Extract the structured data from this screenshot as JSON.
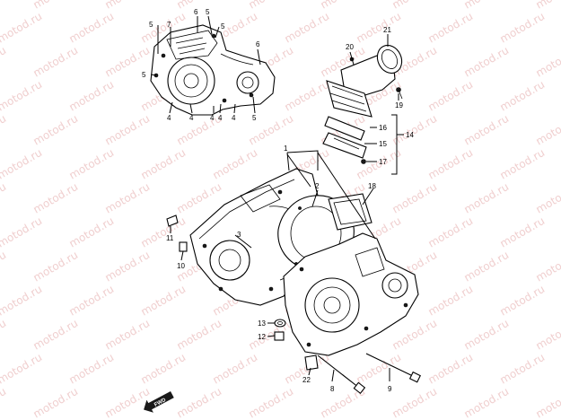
{
  "watermark": {
    "text": "motod.ru",
    "color": "#f0cfcf"
  },
  "callouts": {
    "c1": "1",
    "c2": "2",
    "c3": "3",
    "c4a": "4",
    "c4b": "4",
    "c4c": "4",
    "c4d": "4",
    "c4e": "4",
    "c5a": "5",
    "c5b": "5",
    "c5c": "5",
    "c5d": "5",
    "c5e": "5",
    "c6a": "6",
    "c6b": "6",
    "c7": "7",
    "c8": "8",
    "c9": "9",
    "c10": "10",
    "c11": "11",
    "c12": "12",
    "c13": "13",
    "c14": "14",
    "c15": "15",
    "c16": "16",
    "c17": "17",
    "c18": "18",
    "c19": "19",
    "c20": "20",
    "c21": "21",
    "c22": "22"
  },
  "front_marker": {
    "label": "FWD"
  }
}
